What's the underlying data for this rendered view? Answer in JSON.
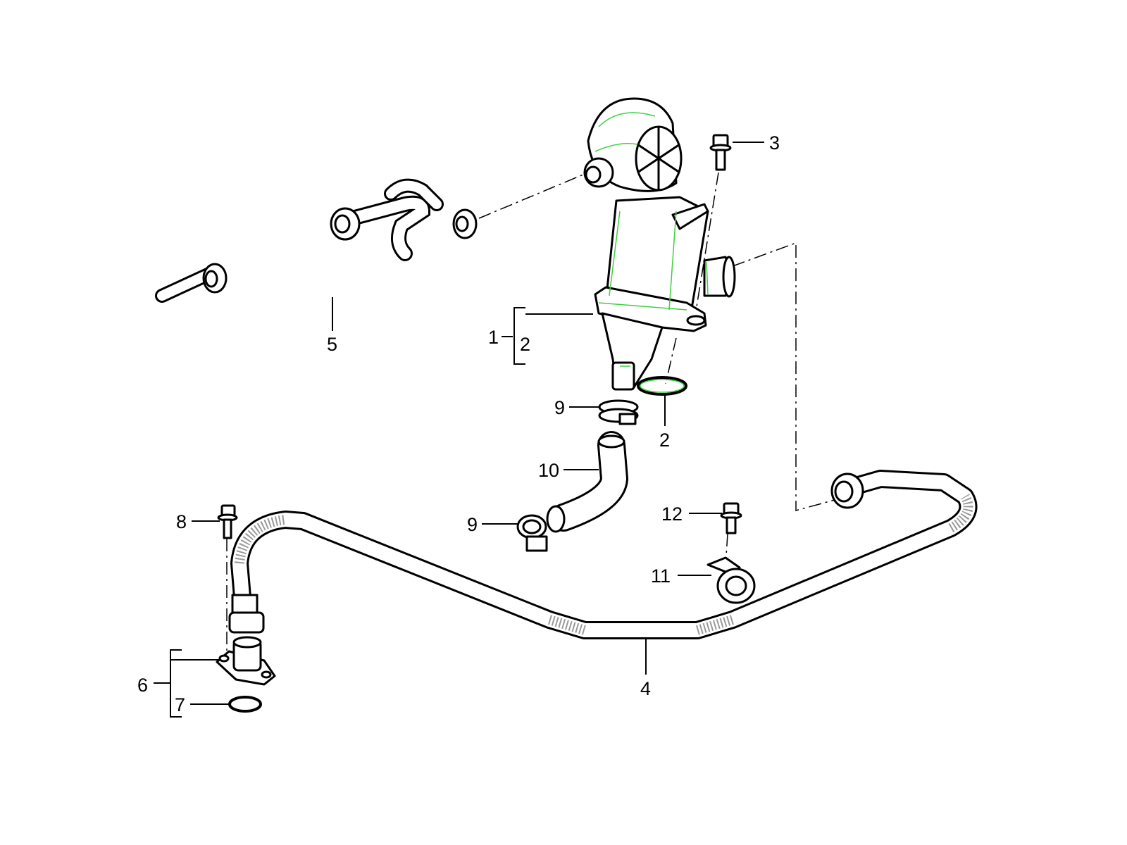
{
  "diagram": {
    "highlight_color": "#3fd03f",
    "callouts": {
      "c3": "3",
      "c5": "5",
      "c1": "1",
      "c2_bracket": "2",
      "c9_top": "9",
      "c2_ring": "2",
      "c10": "10",
      "c9_bottom": "9",
      "c12": "12",
      "c8": "8",
      "c11": "11",
      "c6": "6",
      "c7": "7",
      "c4": "4"
    }
  }
}
